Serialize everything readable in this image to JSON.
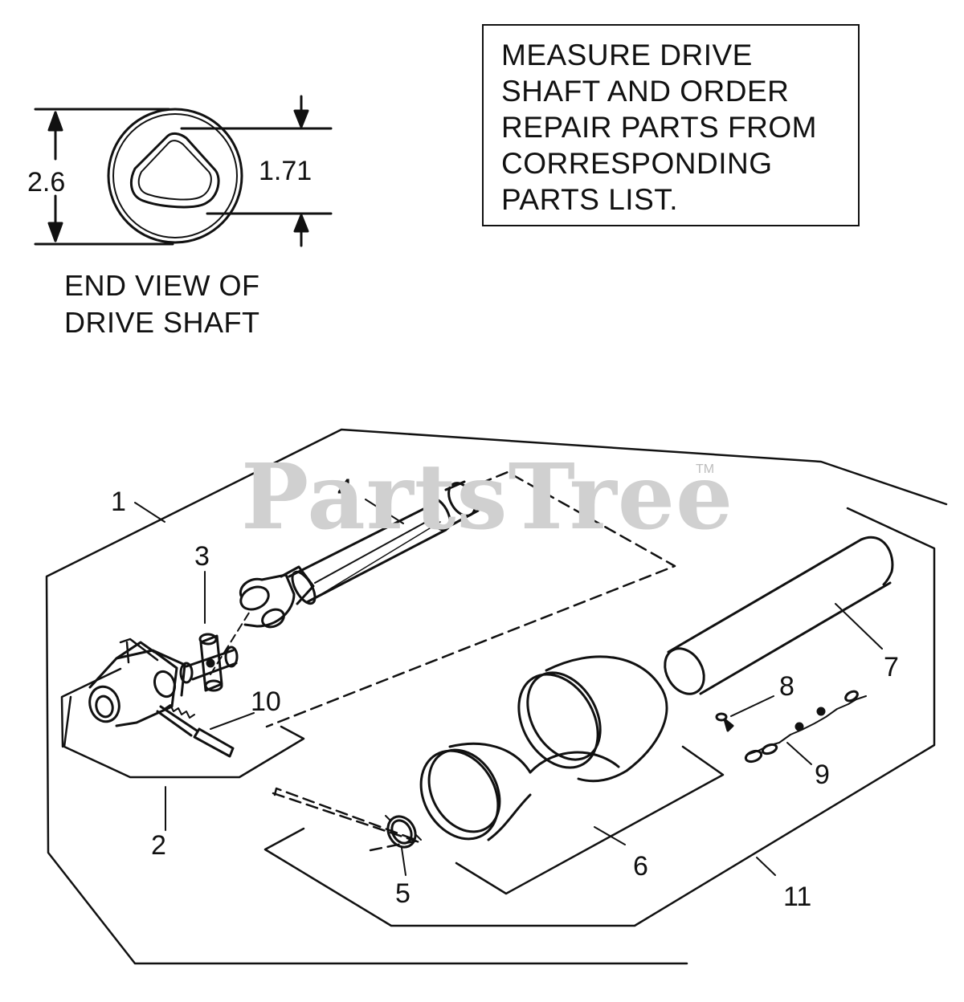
{
  "note": {
    "lines": [
      "MEASURE DRIVE",
      "SHAFT AND ORDER",
      "REPAIR PARTS FROM",
      "CORRESPONDING",
      "PARTS LIST."
    ]
  },
  "end_view": {
    "caption_lines": [
      "END VIEW OF",
      "DRIVE SHAFT"
    ],
    "outer_dim": "2.6",
    "inner_dim": "1.71"
  },
  "watermark": {
    "text": "PartsTree",
    "tm": "TM"
  },
  "callouts": [
    "1",
    "2",
    "3",
    "4",
    "5",
    "6",
    "7",
    "8",
    "9",
    "10",
    "11"
  ]
}
